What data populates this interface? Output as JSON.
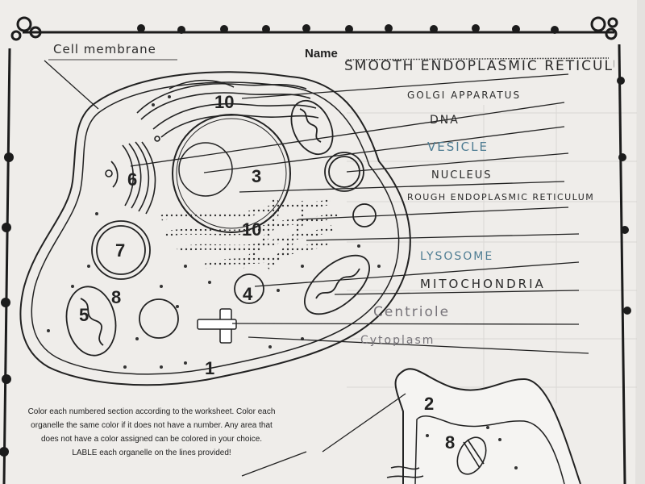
{
  "header": {
    "name_label": "Name"
  },
  "cell_membrane_label": "Cell membrane",
  "answer_labels": [
    "SMOOTH ENDOPLASMIC RETICULUM",
    "GOLGI APPARATUS",
    "DNA",
    "VESICLE",
    "NUCLEUS",
    "ROUGH ENDOPLASMIC RETICULUM",
    "LYSOSOME",
    "MITOCHONDRIA",
    "Centriole",
    "Cytoplasm"
  ],
  "region_numbers": {
    "smooth_er": "10",
    "nucleus": "3",
    "golgi": "6",
    "rough_er": "10",
    "vacuole": "7",
    "cytoplasm": "8",
    "mitochondrion": "5",
    "lysosome": "4",
    "membrane": "1",
    "plant_cell": "2",
    "plant_cytoplasm": "8"
  },
  "instructions": [
    "Color each numbered section according to the worksheet. Color each",
    "organelle the same color if it does not have a number. Any area that",
    "does not have a color assigned can be colored in your choice.",
    "LABLE each organelle on the lines provided!"
  ],
  "colors": {
    "paper": "#efedea",
    "ink": "#2a2a2a",
    "blue_ink": "#4f7d93",
    "faint_ink": "#77747a"
  }
}
